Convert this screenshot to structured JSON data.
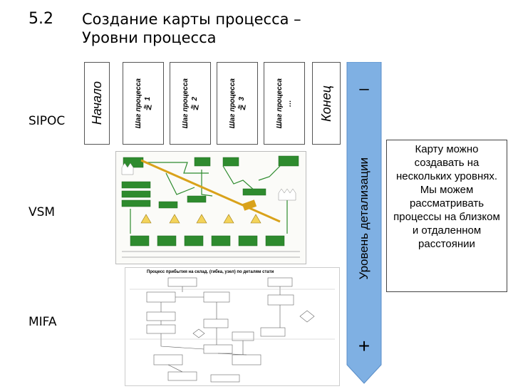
{
  "header": {
    "section": "5.2",
    "title_line1": "Создание карты процесса –",
    "title_line2": "Уровни процесса"
  },
  "levels": {
    "sipoc": "SIPOC",
    "vsm": "VSM",
    "mifa": "MIFA"
  },
  "sipoc": {
    "start": "Начало",
    "steps": [
      {
        "l1": "Шаг процесса",
        "l2": "№ 1"
      },
      {
        "l1": "Шаг процесса",
        "l2": "№ 2"
      },
      {
        "l1": "Шаг процесса",
        "l2": "№ 3"
      },
      {
        "l1": "Шаг процесса",
        "l2": "…"
      }
    ],
    "end": "Конец"
  },
  "detail_axis": {
    "label": "Уровень детализации",
    "minus": "–",
    "plus": "+"
  },
  "note": "Карту можно создавать на нескольких уровнях. Мы можем рассматривать процессы на близком и отдаленном расстоянии",
  "mifa_title": "Процесс прибытия на склад. (гибка, узел) по деталям стати",
  "colors": {
    "vsm_box": "#2e8b2e",
    "vsm_arrow": "#d9a21a",
    "detail_arrow": "#7fb0e3"
  }
}
